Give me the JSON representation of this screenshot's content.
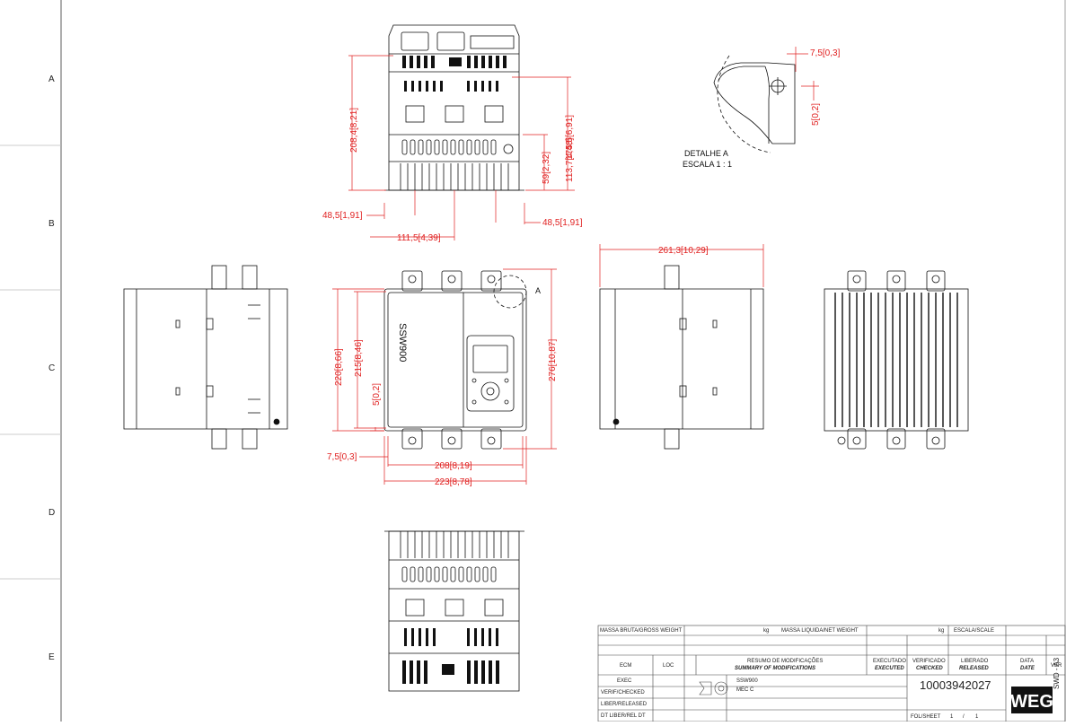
{
  "zones": [
    "A",
    "B",
    "C",
    "D",
    "E"
  ],
  "dimensions": {
    "d208_4": "208,4[8,21]",
    "d175_5": "175,5[6,91]",
    "d113_7": "113,7[4,48]",
    "d59": "59[2,32]",
    "d48_5_left": "48,5[1,91]",
    "d48_5_right": "48,5[1,91]",
    "d111_5": "111,5[4,39]",
    "d7_5_top": "7,5[0,3]",
    "d5_top": "5[0,2]",
    "d261_3": "261,3[10,29]",
    "d220": "220[8,66]",
    "d215": "215[8,46]",
    "d5_front": "5[0,2]",
    "d276": "276[10,87]",
    "d7_5_front": "7,5[0,3]",
    "d208": "208[8,19]",
    "d223": "223[8,78]"
  },
  "detail": {
    "label": "DETALHE A",
    "scale": "ESCALA 1 : 1",
    "marker": "A"
  },
  "product_logo": "SSW900",
  "title_block": {
    "gross_weight_label": "MASSA BRUTA/GROSS WEIGHT",
    "kg1": "kg",
    "net_weight_label": "MASSA LIQUIDA/NET WEIGHT",
    "kg2": "kg",
    "scale_label": "ESCALA/SCALE",
    "ecm": "ECM",
    "loc": "LOC",
    "summary_pt": "RESUMO DE MODIFICAÇÕES",
    "summary_en": "SUMMARY OF MODIFICATIONS",
    "executado": "EXECUTADO",
    "executed": "EXECUTED",
    "verificado": "VERIFICADO",
    "checked": "CHECKED",
    "liberado": "LIBERADO",
    "released": "RELEASED",
    "data_pt": "DATA",
    "data_en": "DATE",
    "ver": "VER",
    "exec": "EXEC",
    "verif": "VERIF/CHECKED",
    "liber": "LIBER/RELEASED",
    "dtliber": "DT LIBER/REL DT",
    "desc1": "SSW900",
    "desc2": "MEC C",
    "drawing_number": "10003942027",
    "sheet_label": "FOL/SHEET",
    "sheet_num": "1",
    "sheet_sep": "/",
    "sheet_total": "1",
    "logo": "WEG",
    "format": "SWD - A3"
  }
}
